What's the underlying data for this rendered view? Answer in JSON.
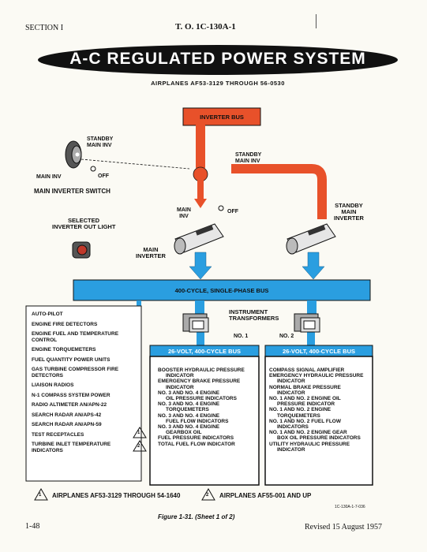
{
  "header": {
    "section": "SECTION I",
    "doc": "T. O. 1C-130A-1"
  },
  "title": "A-C REGULATED POWER SYSTEM",
  "subtitle": "AIRPLANES AF53-3129 THROUGH 56-0530",
  "buses": {
    "inverter": "INVERTER BUS",
    "single_phase": "400-CYCLE, SINGLE-PHASE BUS",
    "bus1_title": "26-VOLT, 400-CYCLE BUS",
    "bus2_title": "26-VOLT, 400-CYCLE BUS"
  },
  "labels": {
    "standby_main_inv_switch": "STANDBY\nMAIN INV",
    "main_inv_switch": "MAIN INV",
    "off_switch": "OFF",
    "main_inverter_switch": "MAIN INVERTER SWITCH",
    "selected_light": "SELECTED\nINVERTER OUT LIGHT",
    "standby_main_inv_line": "STANDBY\nMAIN INV",
    "main_inv_line": "MAIN\nINV",
    "off_line": "OFF",
    "main_inverter": "MAIN\nINVERTER",
    "standby_main_inverter": "STANDBY\nMAIN\nINVERTER",
    "instrument_transformers": "INSTRUMENT\nTRANSFORMERS",
    "no1": "NO. 1",
    "no2": "NO. 2"
  },
  "left_list": [
    "AUTO-PILOT",
    "ENGINE FIRE DETECTORS",
    "ENGINE FUEL AND TEMPERATURE\nCONTROL",
    "ENGINE TORQUEMETERS",
    "FUEL QUANTITY POWER UNITS",
    "GAS TURBINE COMPRESSOR FIRE\nDETECTORS",
    "LIAISON RADIOS",
    "N-1 COMPASS SYSTEM POWER",
    "RADIO ALTIMETER AN/APN-22",
    "SEARCH RADAR AN/APS-42",
    "SEARCH RADAR AN/APN-59",
    "TEST RECEPTACLES",
    "TURBINE INLET TEMPERATURE\nINDICATORS"
  ],
  "bus1_list": [
    [
      "BOOSTER HYDRAULIC PRESSURE",
      "INDICATOR"
    ],
    [
      "EMERGENCY BRAKE PRESSURE",
      "INDICATOR"
    ],
    [
      "NO. 3 AND NO. 4 ENGINE",
      "OIL PRESSURE INDICATORS"
    ],
    [
      "NO. 3 AND NO. 4 ENGINE",
      "TORQUEMETERS"
    ],
    [
      "NO. 3 AND NO. 4 ENGINE",
      "FUEL FLOW INDICATORS"
    ],
    [
      "NO. 3 AND NO. 4 ENGINE",
      "GEARBOX OIL"
    ],
    [
      "FUEL PRESSURE INDICATORS",
      ""
    ],
    [
      "TOTAL FUEL FLOW INDICATOR",
      ""
    ]
  ],
  "bus2_list": [
    [
      "COMPASS SIGNAL AMPLIFIER",
      ""
    ],
    [
      "EMERGENCY HYDRAULIC PRESSURE",
      "INDICATOR"
    ],
    [
      "NORMAL BRAKE PRESSURE",
      "INDICATOR"
    ],
    [
      "NO. 1 AND NO. 2 ENGINE OIL",
      "PRESSURE INDICATOR"
    ],
    [
      "NO. 1 AND NO. 2 ENGINE",
      "TORQUEMETERS"
    ],
    [
      "NO. 1 AND NO. 2 FUEL FLOW",
      "INDICATORS"
    ],
    [
      "NO. 1 AND NO. 2 ENGINE GEAR",
      "BOX OIL PRESSURE INDICATORS"
    ],
    [
      "UTILITY HYDRAULIC PRESSURE",
      "INDICATOR"
    ]
  ],
  "footnotes": {
    "n1_num": "1",
    "n1": "AIRPLANES AF53-3129 THROUGH 54-1640",
    "n2_num": "2",
    "n2": "AIRPLANES AF55-001 AND UP"
  },
  "marker_1": "1",
  "marker_2": "2",
  "code": "1C-130A-1-7-036",
  "caption": "Figure 1-31. (Sheet 1 of 2)",
  "footer": {
    "page": "1-48",
    "revised": "Revised 15 August 1957"
  },
  "colors": {
    "red": "#e8512a",
    "blue": "#2a9ee0",
    "black": "#111111"
  }
}
